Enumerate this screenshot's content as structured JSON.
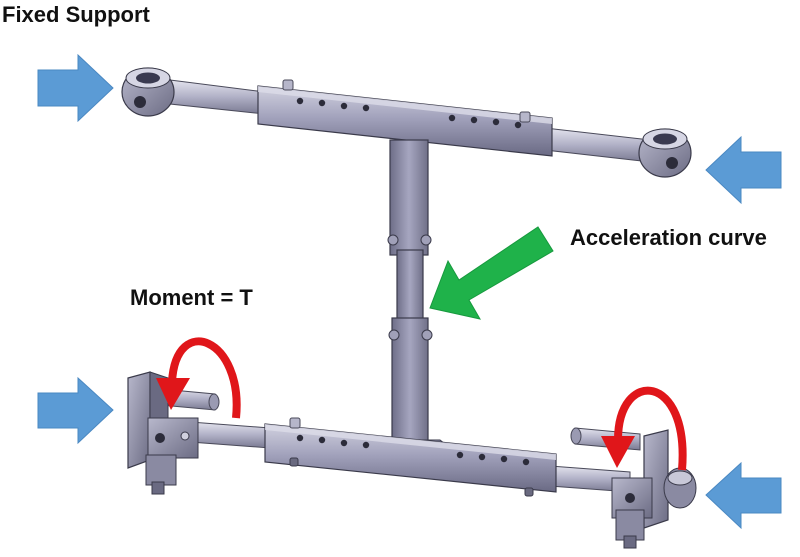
{
  "labels": {
    "fixed_support": "Fixed Support",
    "acceleration_curve": "Acceleration curve",
    "moment": "Moment = T"
  },
  "colors": {
    "support_arrow": "#5b9bd5",
    "acceleration_arrow": "#1fb24a",
    "moment_arrow": "#e0161a",
    "part_body": "#8e8ea8",
    "part_light": "#c5c5d6",
    "part_dark": "#5a5a70",
    "part_edge": "#3a3a4a"
  },
  "icons": {
    "support_arrows": "block-arrow",
    "acceleration_arrow": "block-arrow",
    "moment_arrows": "curved-arrow"
  }
}
